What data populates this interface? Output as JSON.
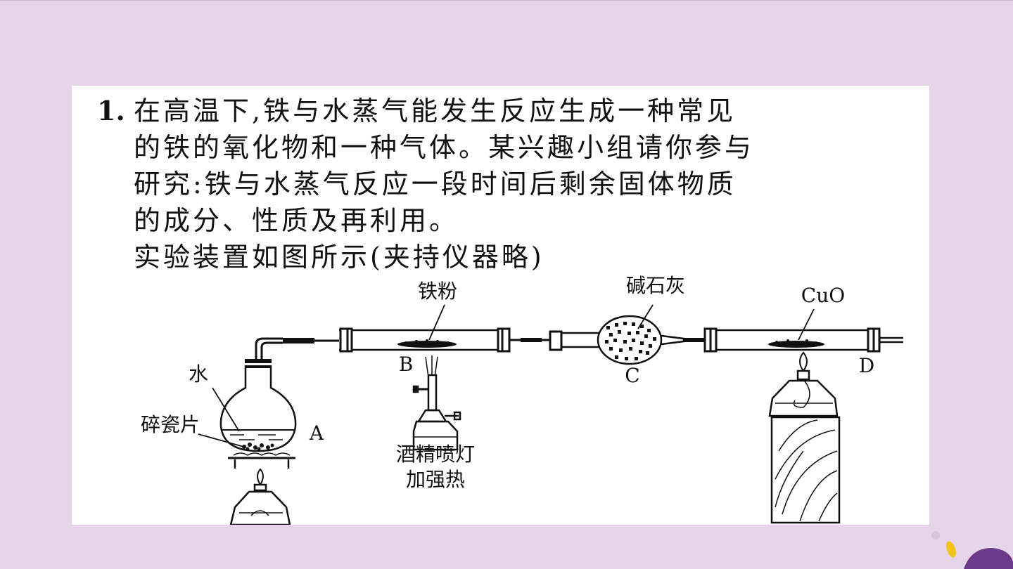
{
  "question": {
    "number": "1.",
    "lines": [
      "在高温下,铁与水蒸气能发生反应生成一种常见",
      "的铁的氧化物和一种气体。某兴趣小组请你参与",
      "研究:铁与水蒸气反应一段时间后剩余固体物质",
      "的成分、性质及再利用。",
      "实验装置如图所示(夹持仪器略)"
    ]
  },
  "diagram": {
    "labels": {
      "iron_powder": "铁粉",
      "soda_lime": "碱石灰",
      "cuo": "CuO",
      "water": "水",
      "porcelain": "碎瓷片",
      "burner_line1": "酒精喷灯",
      "burner_line2": "加强热",
      "A": "A",
      "B": "B",
      "C": "C",
      "D": "D"
    }
  },
  "colors": {
    "background": "#e6d5e8",
    "card": "#ffffff",
    "ink": "#111111",
    "deco_purple": "#6b3a8a",
    "deco_yellow": "#f2c318"
  }
}
